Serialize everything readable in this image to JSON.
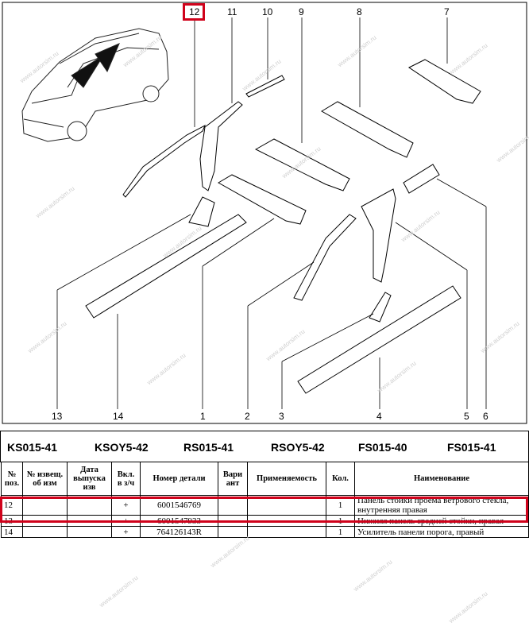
{
  "diagram": {
    "callouts": [
      "12",
      "11",
      "10",
      "9",
      "8",
      "7",
      "13",
      "14",
      "1",
      "2",
      "3",
      "4",
      "5",
      "6"
    ],
    "watermark": "www.autorsim.ru",
    "highlight_color": "#d0021b"
  },
  "variants": [
    "KS015-41",
    "KSOY5-42",
    "RS015-41",
    "RSOY5-42",
    "FS015-40",
    "FS015-41"
  ],
  "table": {
    "headers": [
      "№ поз.",
      "№ извещ. об изм",
      "Дата выпуска изв",
      "Вкл. в з/ч",
      "Номер детали",
      "Вари ант",
      "Применяемость",
      "Кол.",
      "Наименование"
    ],
    "rows": [
      {
        "pos": "12",
        "notice": "",
        "date": "",
        "incl": "+",
        "part": "6001546769",
        "variant": "",
        "applic": "",
        "qty": "1",
        "name": "Панель стойки проема ветрового стекла, внутренняя правая"
      },
      {
        "pos": "13",
        "notice": "",
        "date": "",
        "incl": "+",
        "part": "6001547933",
        "variant": "",
        "applic": "",
        "qty": "1",
        "name": "Нижняя панель средней стойки, правая"
      },
      {
        "pos": "14",
        "notice": "",
        "date": "",
        "incl": "+",
        "part": "764126143R",
        "variant": "",
        "applic": "",
        "qty": "1",
        "name": "Усилитель панели порога, правый"
      }
    ]
  }
}
